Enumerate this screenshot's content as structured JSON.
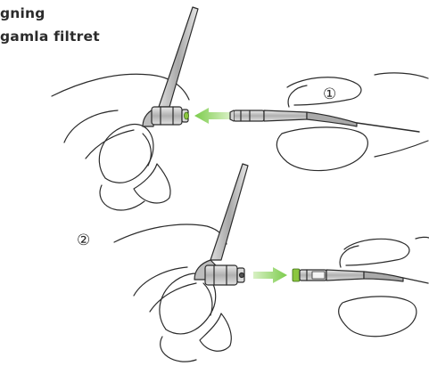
{
  "heading": {
    "line1": "gning",
    "line2": "gamla filtret"
  },
  "steps": [
    {
      "marker": "①"
    },
    {
      "marker": "②"
    }
  ],
  "colors": {
    "arrow": "#9bd66e",
    "filter_green": "#8cc63f",
    "metal": "#b8b8b8",
    "outline": "#2b2b2b"
  }
}
